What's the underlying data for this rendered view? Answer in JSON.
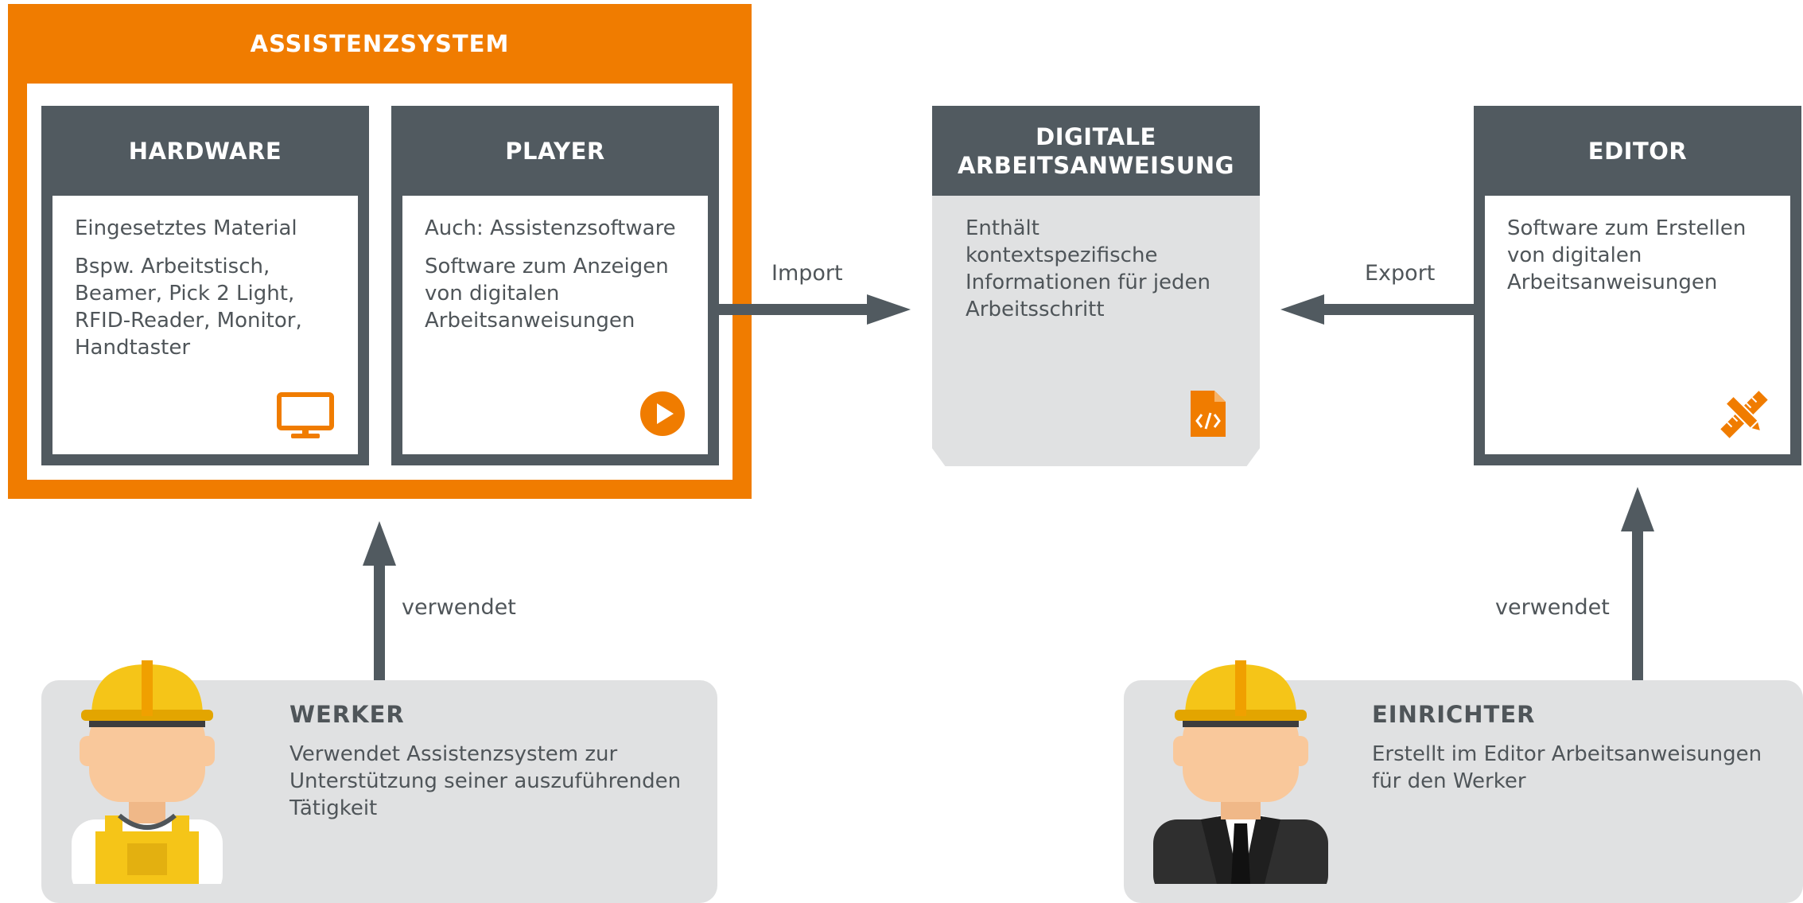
{
  "assistenzsystem": {
    "title": "ASSISTENZSYSTEM"
  },
  "hardware": {
    "title": "HARDWARE",
    "line1": "Eingesetztes Material",
    "line2": "Bspw. Arbeitstisch, Beamer, Pick 2 Light, RFID-Reader, Monitor, Handtaster",
    "icon": "monitor-icon"
  },
  "player": {
    "title": "PLAYER",
    "line1": "Auch: Assistenzsoftware",
    "line2": "Software zum Anzeigen von digitalen Arbeitsanweisungen",
    "icon": "play-icon"
  },
  "digital": {
    "title_line1": "DIGITALE",
    "title_line2": "ARBEITSANWEISUNG",
    "text": "Enthält kontextspezifische Informationen für jeden Arbeitsschritt",
    "icon": "code-file-icon"
  },
  "editor": {
    "title": "EDITOR",
    "text": "Software zum Erstellen von digitalen Arbeitsanweisungen",
    "icon": "pencil-ruler-icon"
  },
  "arrows": {
    "import": "Import",
    "export": "Export",
    "werker_uses": "verwendet",
    "einrichter_uses": "verwendet"
  },
  "werker": {
    "title": "WERKER",
    "text": "Verwendet Assistenzsystem zur Unterstützung seiner auszuführenden Tätigkeit"
  },
  "einrichter": {
    "title": "EINRICHTER",
    "text": "Erstellt im Editor Arbeitsanweisungen für den Werker"
  },
  "colors": {
    "orange": "#f07c00",
    "dark": "#515a60",
    "light_gray": "#e0e1e2",
    "text": "#4f5559",
    "helmet": "#f5c518",
    "skin": "#f9c89b"
  }
}
